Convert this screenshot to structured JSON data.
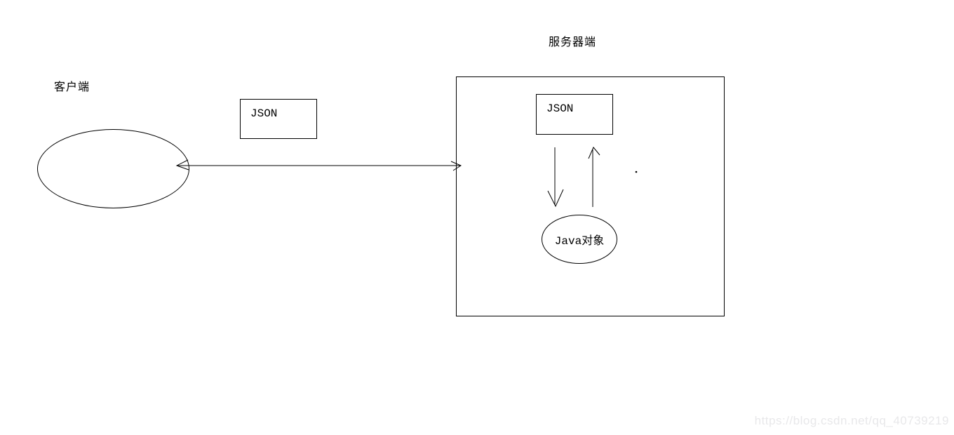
{
  "diagram": {
    "title": "服务器端",
    "client_label": "客户端",
    "client_json_box_label": "JSON",
    "server_json_box_label": "JSON",
    "java_object_label": "Java对象"
  },
  "arrows": {
    "client_server_arrow": "double-headed horizontal arrow between client ellipse and server box",
    "json_to_java_arrow": "downward arrow from JSON box to Java object",
    "java_to_json_arrow": "upward arrow from Java object to JSON box"
  },
  "watermark": {
    "text": "https://blog.csdn.net/qq_40739219"
  },
  "colors": {
    "line": "#000000",
    "background": "#ffffff",
    "watermark_text": "#e8e8ea"
  }
}
